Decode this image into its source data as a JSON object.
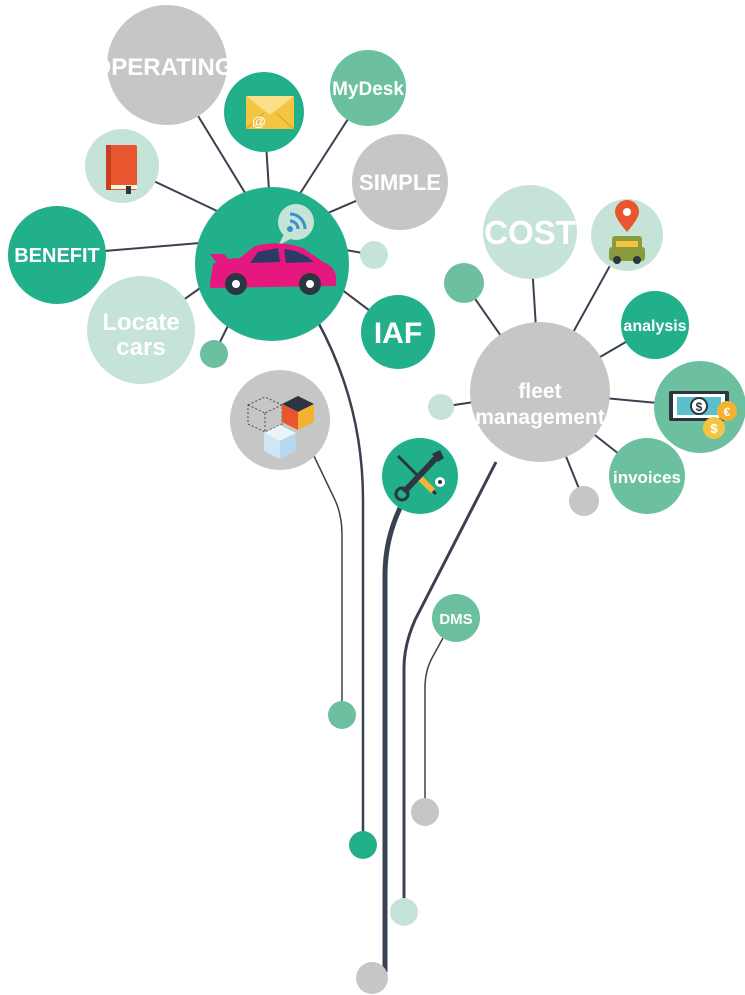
{
  "colors": {
    "teal": "#22b08b",
    "medium_teal": "#6cbf9f",
    "light_teal": "#c5e3d6",
    "gray": "#c6c6c6",
    "line": "#3a4252",
    "car_pink": "#e6177f"
  },
  "nodes": {
    "operating": "OPERATING",
    "mydesk": "MyDesk",
    "simple": "SIMPLE",
    "benefit": "BENEFIT",
    "locate_cars_line1": "Locate",
    "locate_cars_line2": "cars",
    "iaf": "IAF",
    "cost": "COST",
    "analysis": "analysis",
    "fleet_line1": "fleet",
    "fleet_line2": "management",
    "invoices": "invoices",
    "dms": "DMS"
  },
  "icons": {
    "central": "sports-car-icon",
    "wifi_bubble": "wifi-speech-bubble-icon",
    "email": "email-envelope-icon",
    "book": "notebook-icon",
    "cubes": "3d-cubes-icon",
    "tools": "wrench-screwdriver-icon",
    "location": "car-location-pin-icon",
    "money": "money-coins-icon"
  }
}
